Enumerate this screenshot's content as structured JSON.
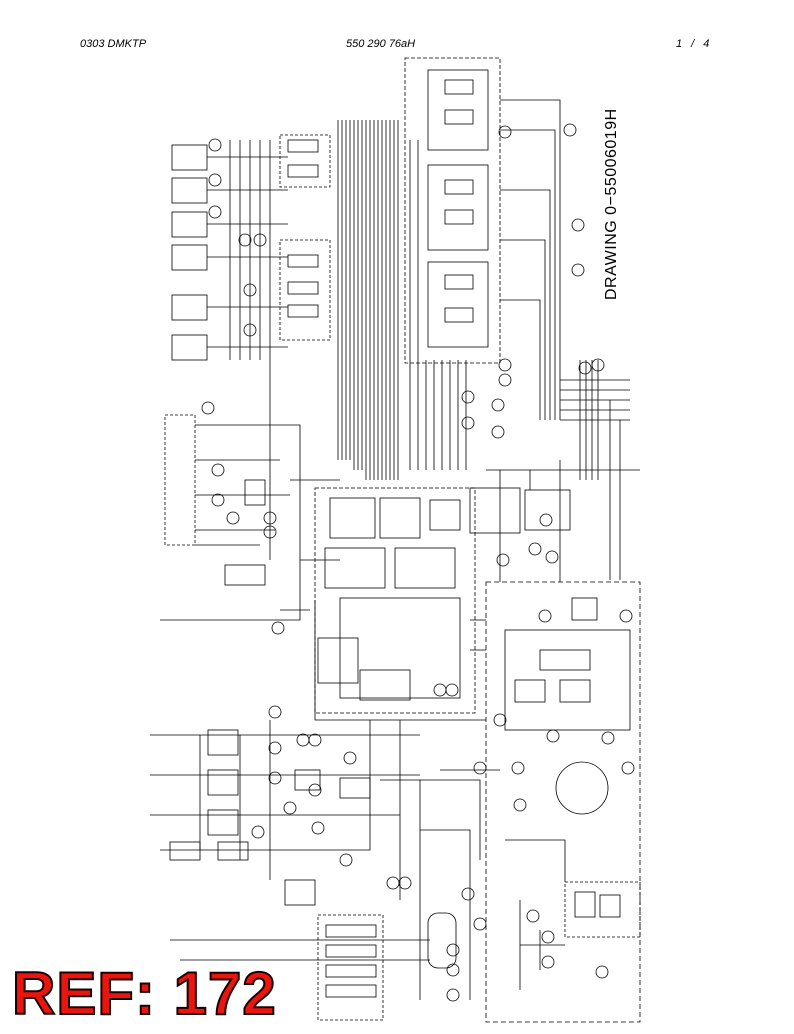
{
  "header": {
    "left": "0303 DMKTP",
    "center": "550 290 76aH",
    "right": "1 /  4"
  },
  "drawing": {
    "number": "DRAWING 0−55006019H"
  },
  "stamp": {
    "text": "REF: 172",
    "color": "#e8160e"
  },
  "colors": {
    "line": "#000000",
    "background": "#ffffff"
  }
}
